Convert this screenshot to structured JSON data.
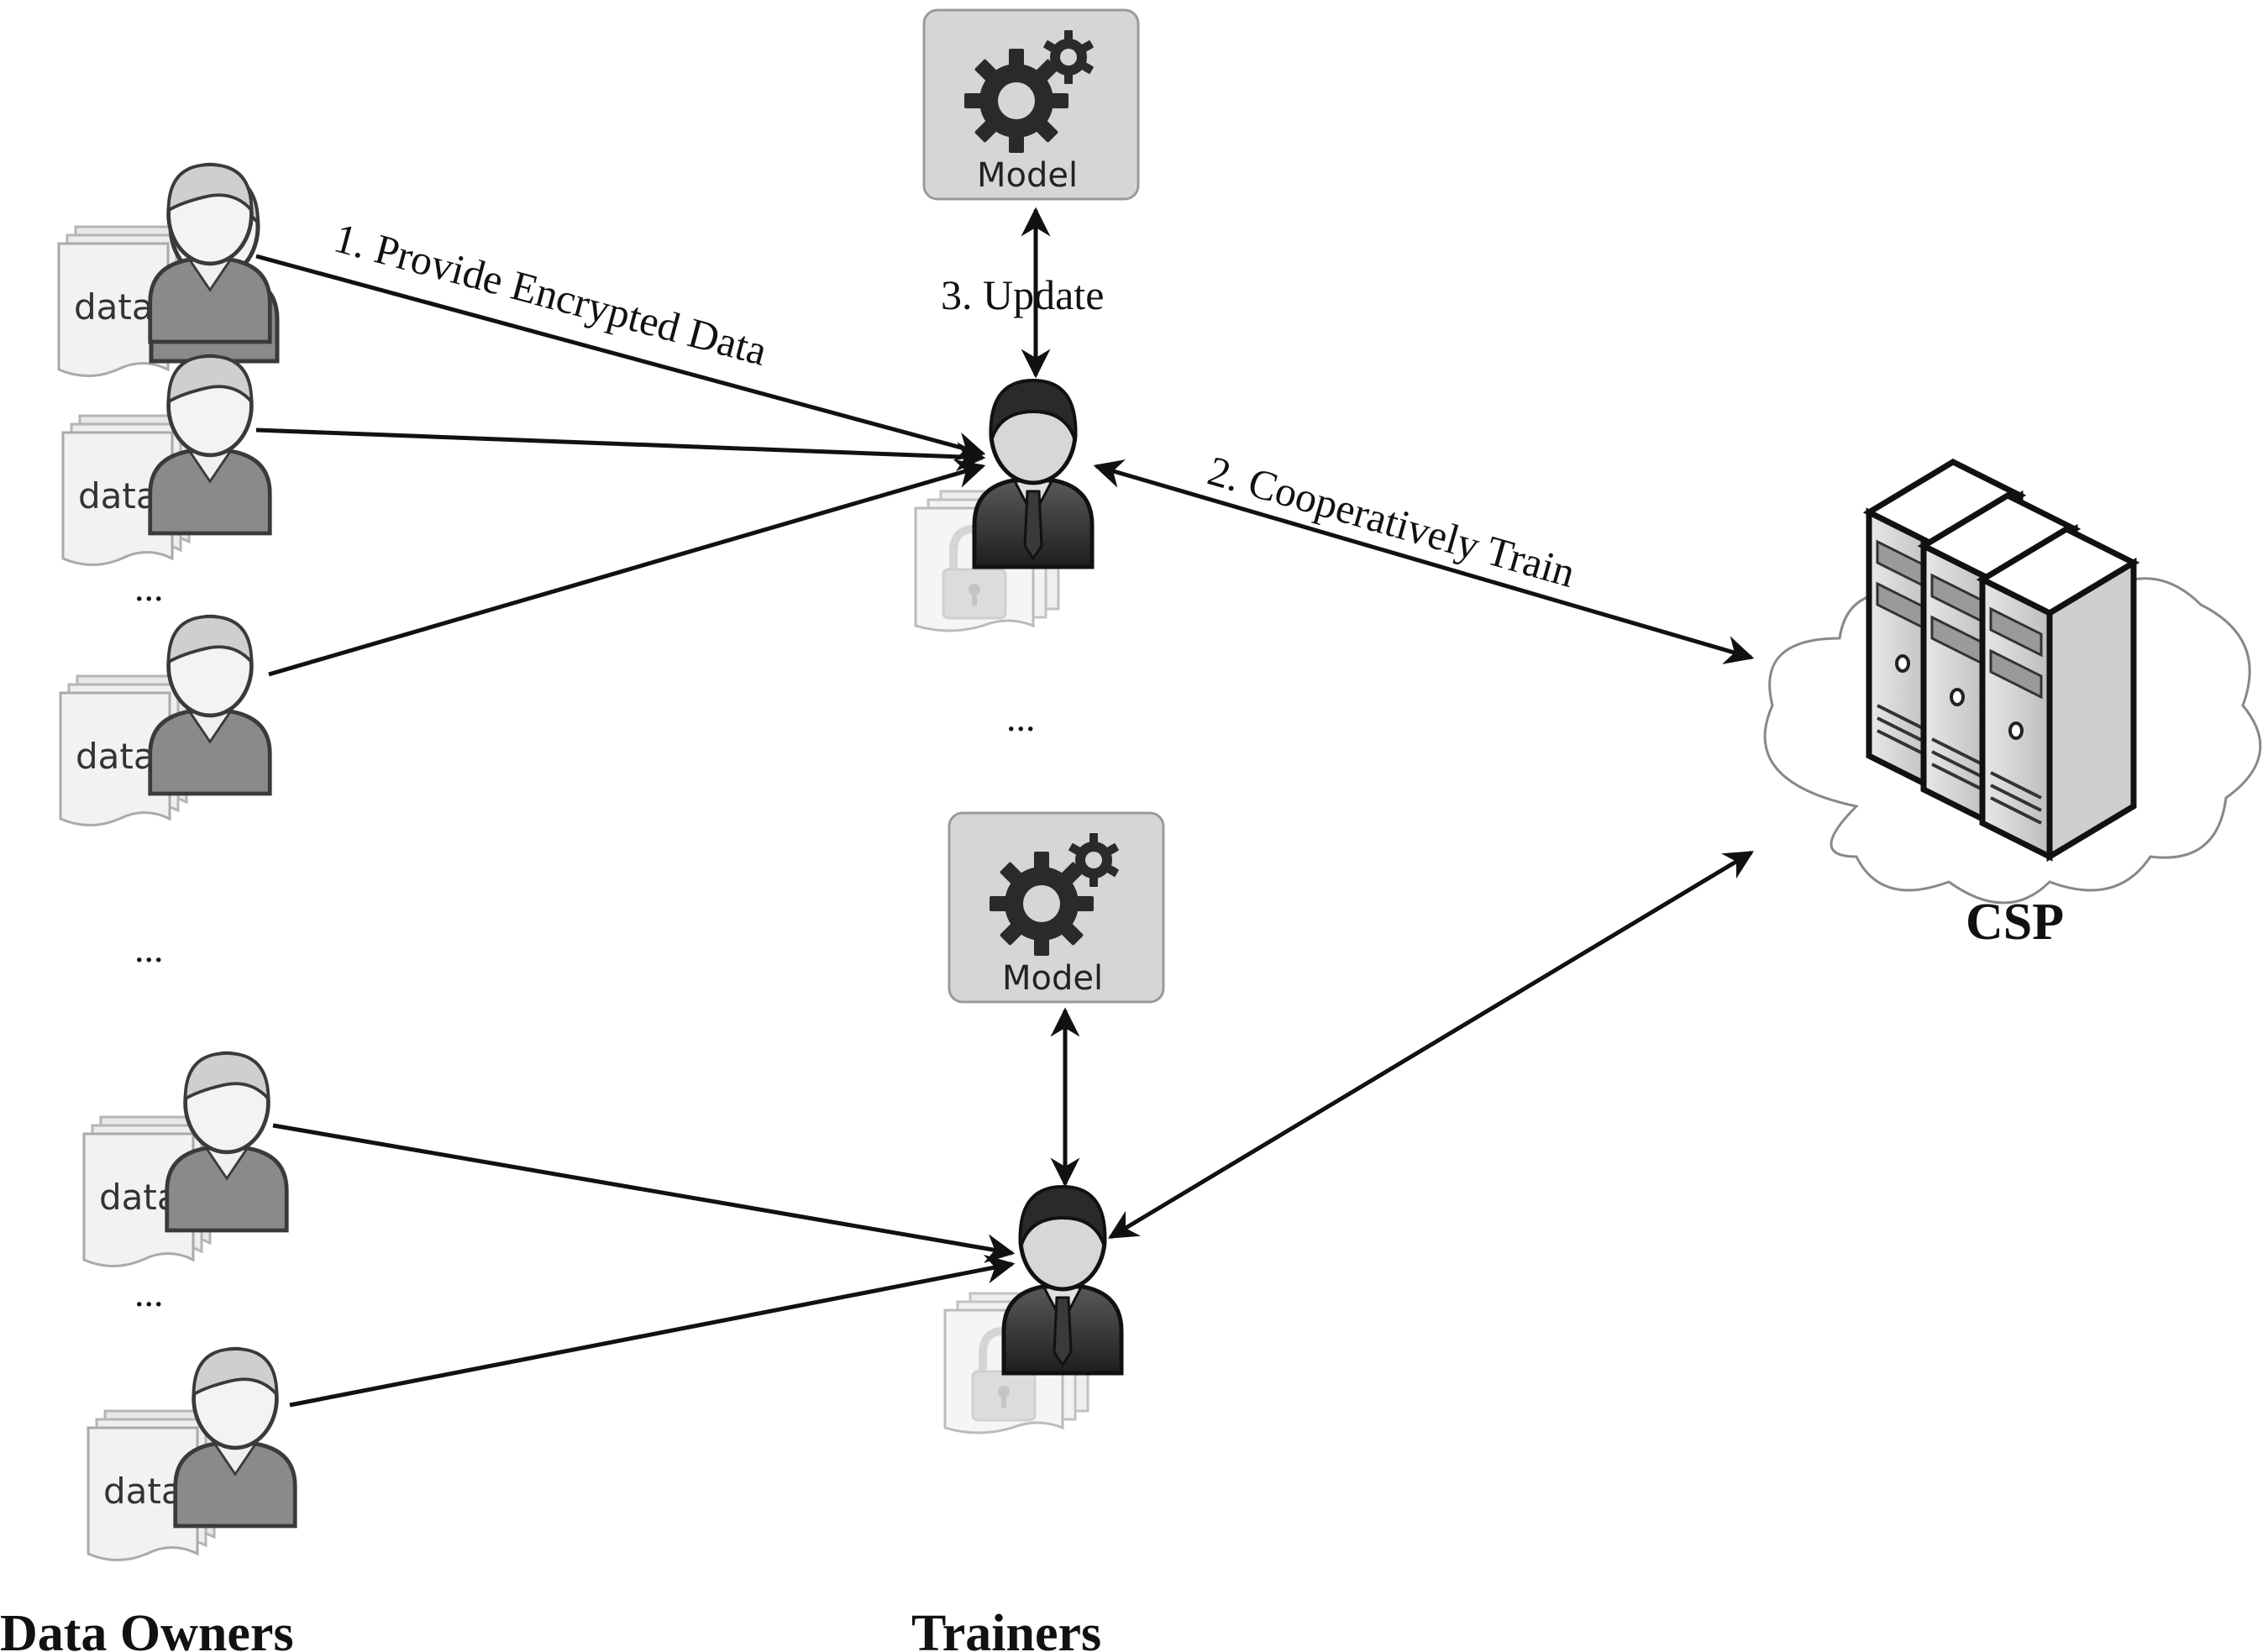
{
  "labels": {
    "data_owners": "Data Owners",
    "trainers": "Trainers",
    "csp": "CSP"
  },
  "edges": {
    "provide": "1. Provide Encrypted Data",
    "train": "2. Cooperatively Train",
    "update": "3. Update"
  },
  "document_label": "data",
  "model_label": "Model",
  "ellipsis": "...",
  "icons": {
    "owner": "person-icon",
    "trainer": "trainer-icon",
    "model": "gear-icon",
    "encrypted": "lock-icon",
    "server": "server-icon",
    "cloud": "cloud-icon"
  }
}
